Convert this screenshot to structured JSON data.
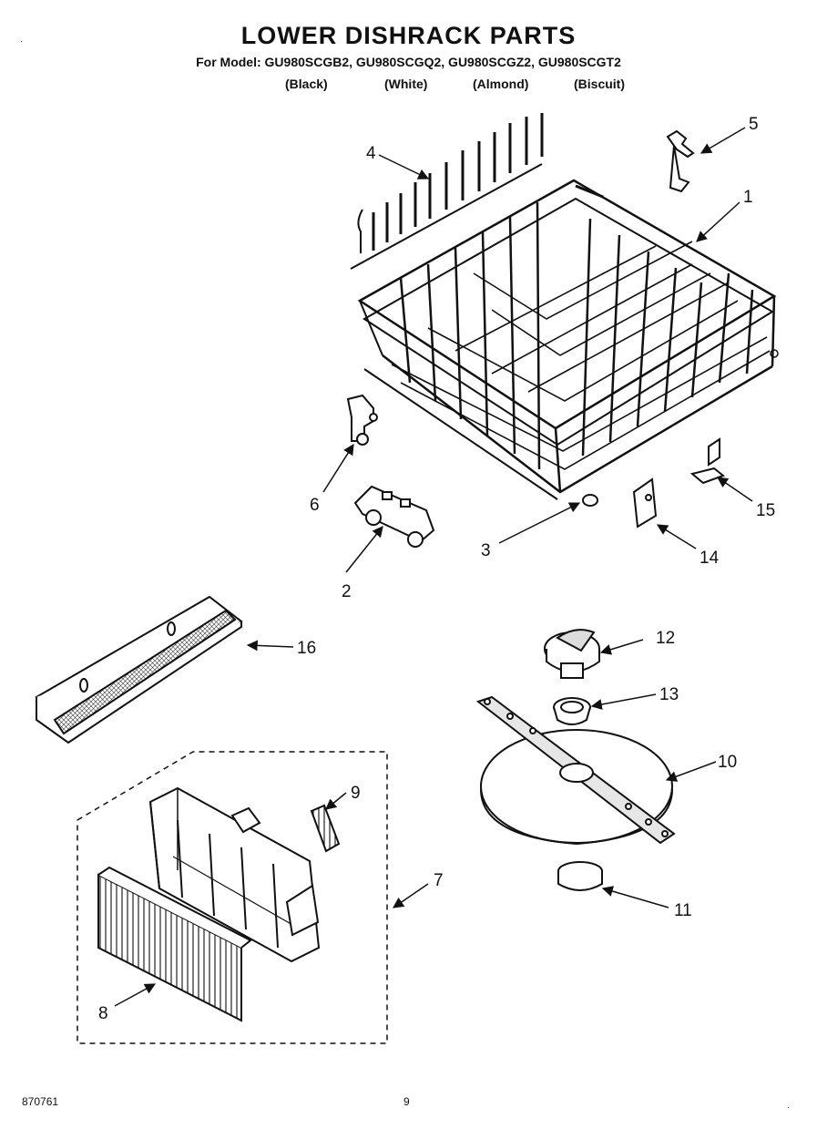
{
  "title": "LOWER DISHRACK PARTS",
  "models_line": "For Model: GU980SCGB2, GU980SCGQ2, GU980SCGZ2, GU980SCGT2",
  "colors": [
    "(Black)",
    "(White)",
    "(Almond)",
    "(Biscuit)"
  ],
  "callouts": {
    "p1": "1",
    "p2": "2",
    "p3": "3",
    "p4": "4",
    "p5": "5",
    "p6": "6",
    "p7": "7",
    "p8": "8",
    "p9": "9",
    "p10": "10",
    "p11": "11",
    "p12": "12",
    "p13": "13",
    "p14": "14",
    "p15": "15",
    "p16": "16"
  },
  "footer": {
    "doc_number": "870761",
    "page": "9"
  }
}
